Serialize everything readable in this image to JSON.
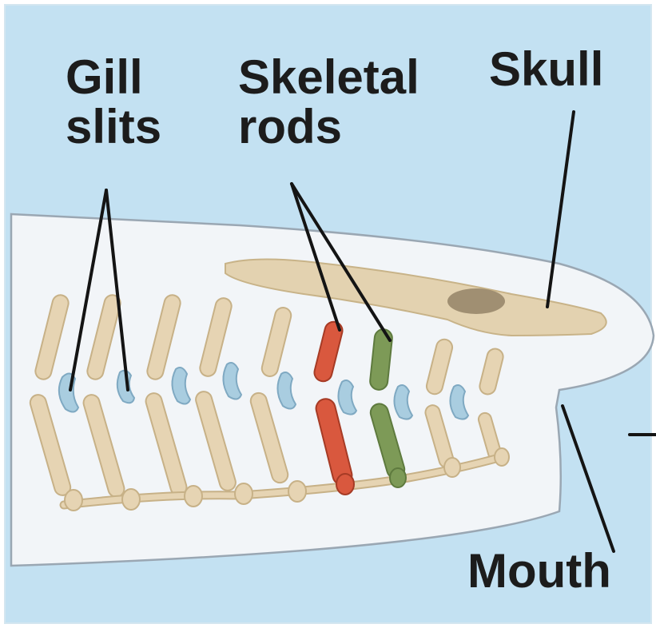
{
  "labels": {
    "gill_line1": "Gill",
    "gill_line2": "slits",
    "skeletal_line1": "Skeletal",
    "skeletal_line2": "rods",
    "skull": "Skull",
    "mouth": "Mouth"
  },
  "colors": {
    "background": "#c3e1f2",
    "body": "#f2f5f8",
    "outline": "#9aa7b3",
    "rod": "#e6d4b3",
    "gill": "#a9cde0",
    "skull": "#e3d2b0",
    "red_rod": "#d9583e",
    "green_rod": "#7d9a57",
    "leader": "#141414"
  }
}
